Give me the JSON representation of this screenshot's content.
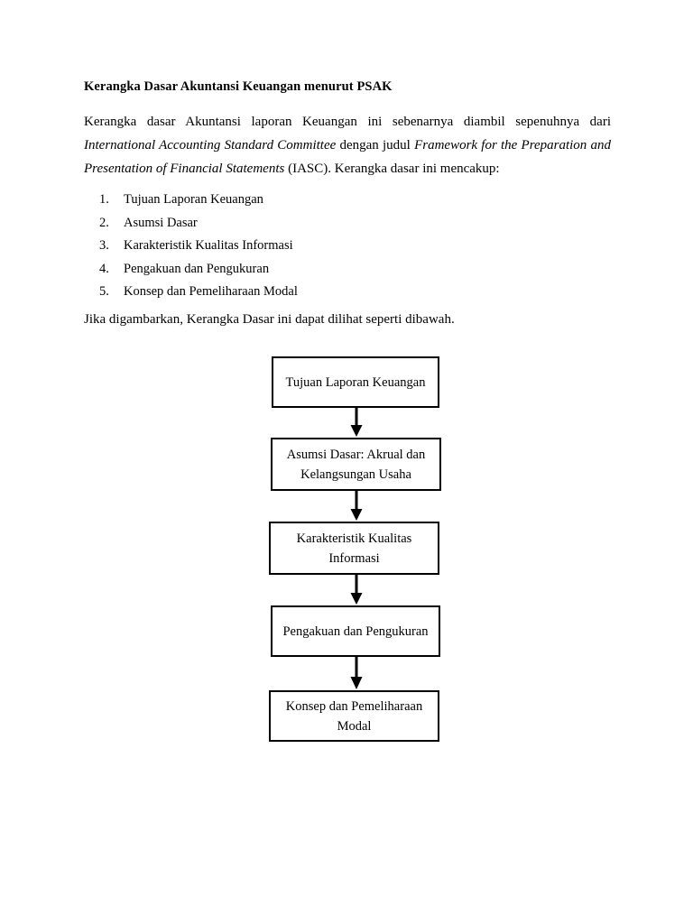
{
  "document": {
    "heading": "Kerangka Dasar Akuntansi Keuangan menurut PSAK",
    "paragraph": {
      "seg1": "Kerangka dasar Akuntansi laporan Keuangan ini sebenarnya diambil sepenuhnya dari ",
      "italic1": "International Accounting Standard Committee",
      "seg2": " dengan judul ",
      "italic2": "Framework for the Preparation and Presentation of Financial Statements",
      "seg3": " (IASC). Kerangka dasar ini mencakup:"
    },
    "list": [
      {
        "num": "1.",
        "text": "Tujuan Laporan Keuangan"
      },
      {
        "num": "2.",
        "text": "Asumsi Dasar"
      },
      {
        "num": "3.",
        "text": "Karakteristik Kualitas Informasi"
      },
      {
        "num": "4.",
        "text": "Pengakuan dan Pengukuran"
      },
      {
        "num": "5.",
        "text": "Konsep dan Pemeliharaan Modal"
      }
    ],
    "leadin": "Jika digambarkan, Kerangka Dasar ini dapat dilihat seperti dibawah."
  },
  "flowchart": {
    "type": "vertical-flow",
    "orientation": "top-to-bottom",
    "connector": "arrow-down",
    "border_color": "#000000",
    "fill_color": "#ffffff",
    "nodes": [
      {
        "id": "node-1",
        "label": "Tujuan Laporan Keuangan"
      },
      {
        "id": "node-2",
        "label": "Asumsi Dasar: Akrual dan Kelangsungan Usaha"
      },
      {
        "id": "node-3",
        "label": "Karakteristik Kualitas Informasi"
      },
      {
        "id": "node-4",
        "label": "Pengakuan dan Pengukuran"
      },
      {
        "id": "node-5",
        "label": "Konsep dan Pemeliharaan Modal"
      }
    ],
    "edges": [
      {
        "from": "node-1",
        "to": "node-2"
      },
      {
        "from": "node-2",
        "to": "node-3"
      },
      {
        "from": "node-3",
        "to": "node-4"
      },
      {
        "from": "node-4",
        "to": "node-5"
      }
    ]
  }
}
